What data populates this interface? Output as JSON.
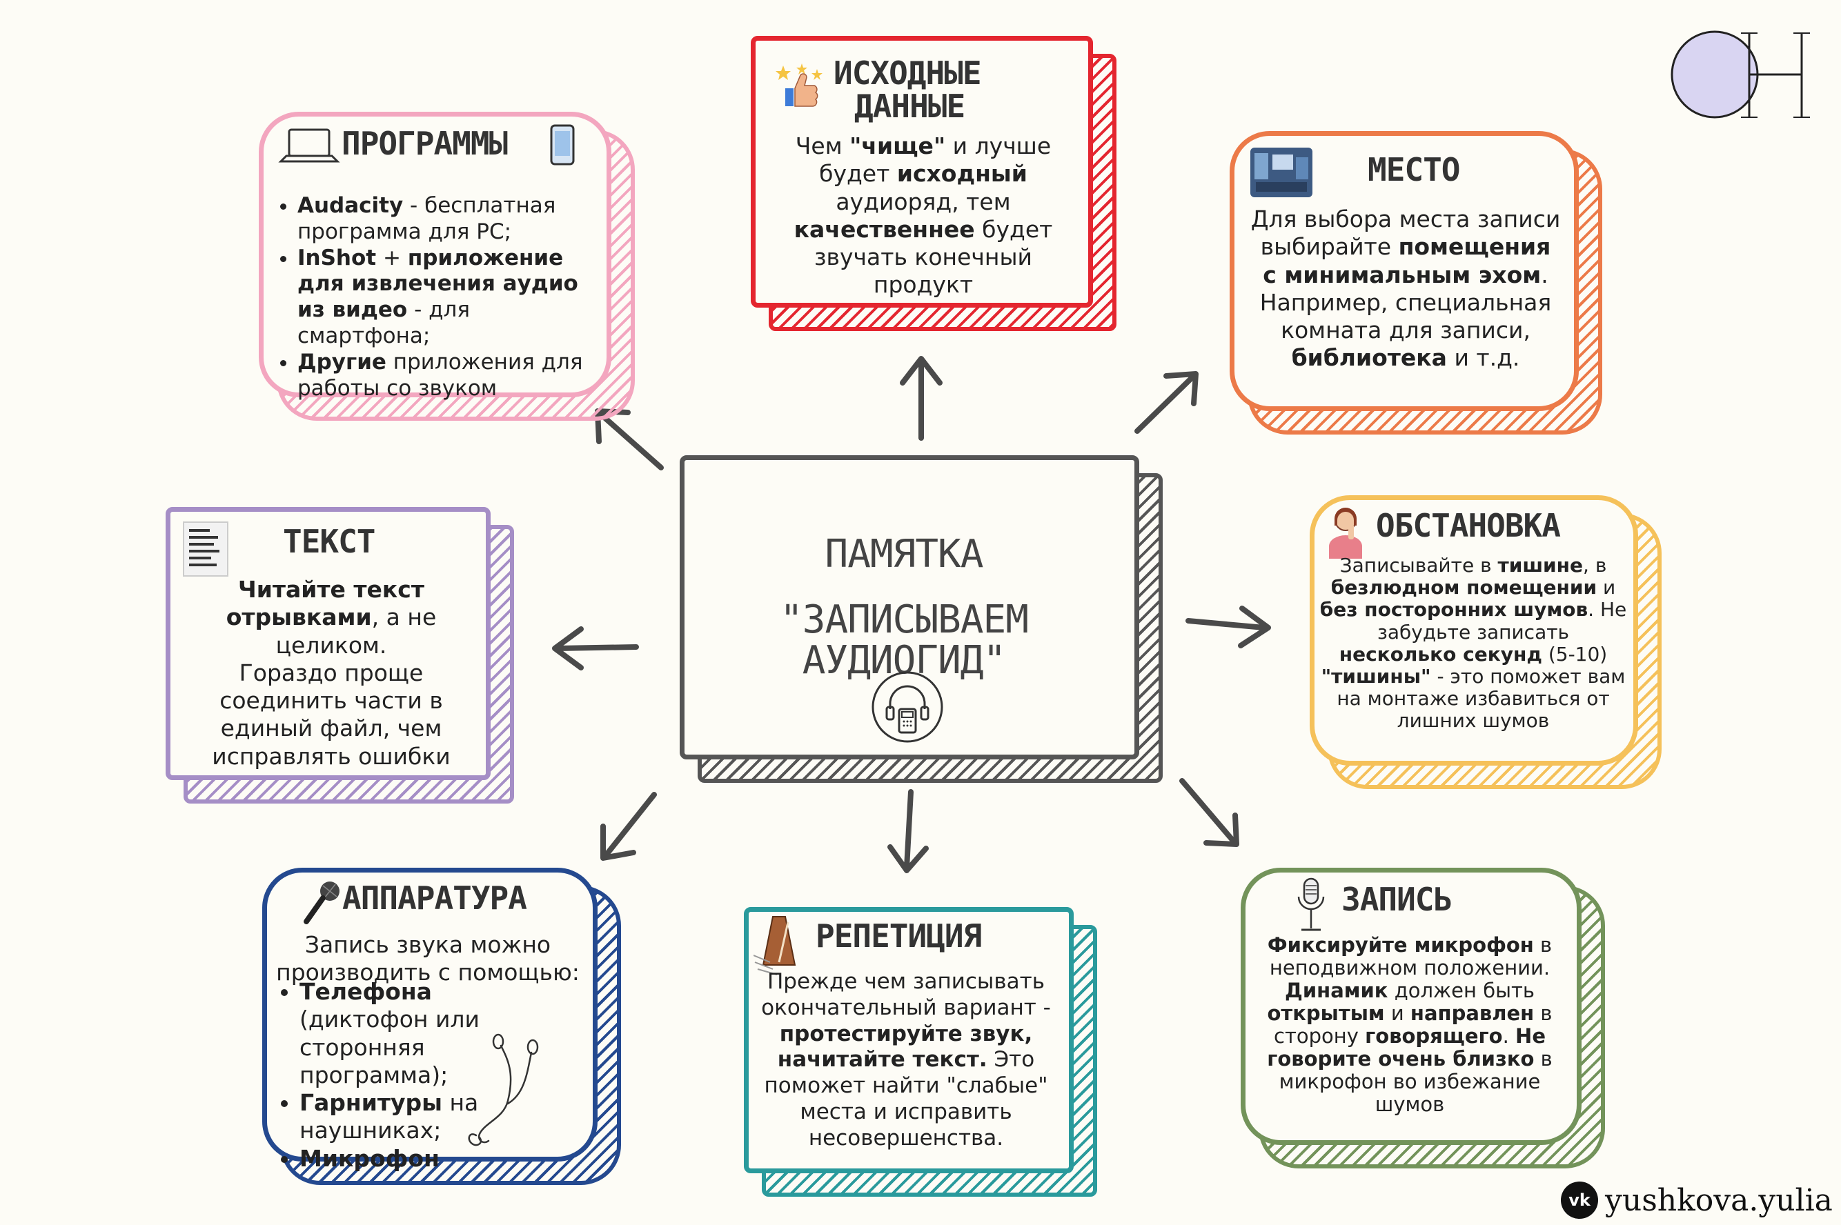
{
  "logo": {
    "letters": "OH"
  },
  "center": {
    "title_line1": "ПАМЯТКА",
    "title_line2": "\"ЗАПИСЫВАЕМ АУДИОГИД\""
  },
  "cards": {
    "programs": {
      "title": "ПРОГРАММЫ",
      "items": [
        {
          "bold": "Audacity",
          "rest": " - бесплатная программа для PC;"
        },
        {
          "bold": "InShot",
          "rest2": " + ",
          "bold2": "приложение для извлечения аудио из видео",
          "rest": " - для смартфона;"
        },
        {
          "bold": "Другие",
          "rest": " приложения для работы со звуком"
        }
      ]
    },
    "source": {
      "title_line1": "ИСХОДНЫЕ",
      "title_line2": "ДАННЫЕ",
      "p1": "Чем ",
      "b1": "\"чище\"",
      "p2": " и лучше будет ",
      "b2": "исходный",
      "p3": " аудиоряд, тем ",
      "b3": "качественнее",
      "p4": " будет звучать конечный продукт"
    },
    "place": {
      "title": "МЕСТО",
      "p1": "Для выбора места записи выбирайте ",
      "b1": "помещения с минимальным эхом",
      "p2": ". Например, специальная комната для записи, ",
      "b2": "библиотека",
      "p3": " и т.д."
    },
    "text": {
      "title": "ТЕКСТ",
      "b1": "Читайте текст отрывками",
      "p1": ", а не целиком.",
      "p2": "Гораздо проще соединить части в единый файл, чем исправлять ошибки"
    },
    "ambience": {
      "title": "ОБСТАНОВКА",
      "p1": "Записывайте в ",
      "b1": "тишине",
      "p2": ", в ",
      "b2": "безлюдном помещении",
      "p3": " и ",
      "b3": "без посторонних шумов",
      "p4": ". Не забудьте записать ",
      "b4": "несколько секунд",
      "p5": " (5-10) ",
      "b5": "\"тишины\"",
      "p6": " - это поможет вам на монтаже избавиться от лишних шумов"
    },
    "hardware": {
      "title": "АППАРАТУРА",
      "intro": "Запись звука можно производить с помощью:",
      "items": [
        {
          "bold": "Телефона",
          "rest": " (диктофон или сторонняя программа);"
        },
        {
          "bold": "Гарнитуры",
          "rest": " на наушниках;"
        },
        {
          "bold": "Микрофон",
          "rest": ""
        }
      ]
    },
    "rehearsal": {
      "title": "РЕПЕТИЦИЯ",
      "p1": "Прежде чем записывать окончательный вариант - ",
      "b1": "протестируйте звук, начитайте текст.",
      "p2": " Это поможет найти \"слабые\" места и исправить несовершенства."
    },
    "recording": {
      "title": "ЗАПИСЬ",
      "b1": "Фиксируйте микрофон",
      "p1": " в неподвижном положении. ",
      "b2": "Динамик",
      "p2": " должен быть ",
      "b3": "открытым",
      "p3": " и ",
      "b4": "направлен",
      "p4": " в сторону ",
      "b5": "говорящего",
      "p5": ". ",
      "b6": "Не говорите очень близко",
      "p6": " в микрофон во избежание шумов"
    }
  },
  "footer": {
    "handle": "yushkova.yulia",
    "vk_label": "vk"
  },
  "colors": {
    "programs": "#f3a6bf",
    "source": "#e4262f",
    "place": "#ec7a48",
    "text": "#a58ec6",
    "ambience": "#f5c15a",
    "hardware": "#24498f",
    "rehearsal": "#2a9a9c",
    "recording": "#73935a",
    "center": "#555555",
    "arrow": "#4a4a4a"
  }
}
